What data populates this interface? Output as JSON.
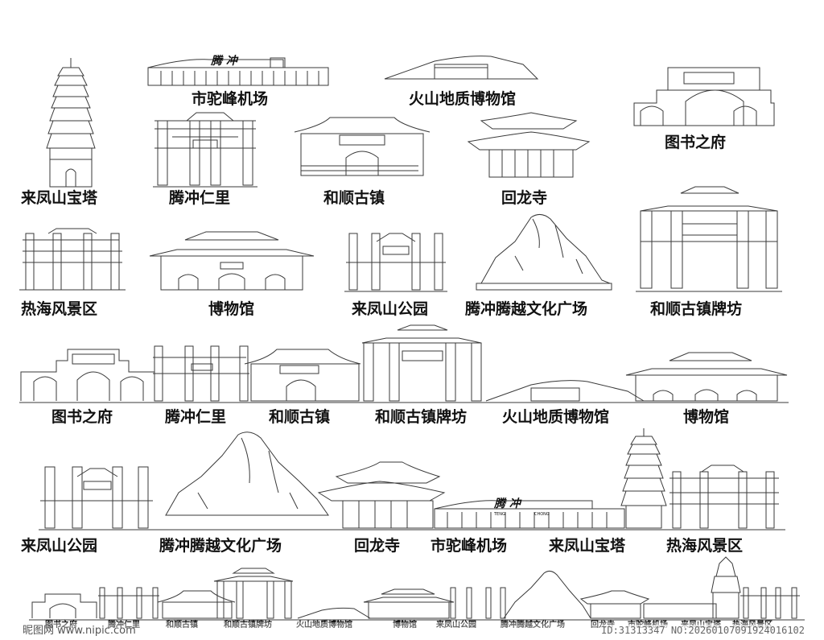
{
  "labels": {
    "row1": {
      "airport": "市驼峰机场",
      "volcano_museum": "火山地质博物馆",
      "library": "图书之府",
      "pagoda": "来凤山宝塔",
      "tengchong_renli": "腾冲仁里",
      "heshun": "和顺古镇",
      "huilong": "回龙寺"
    },
    "row2": {
      "rehai": "热海风景区",
      "museum": "博物馆",
      "laifeng_park": "来凤山公园",
      "culture_square": "腾冲腾越文化广场",
      "heshun_arch": "和顺古镇牌坊"
    },
    "row3": {
      "library": "图书之府",
      "tengchong_renli": "腾冲仁里",
      "heshun": "和顺古镇",
      "heshun_arch": "和顺古镇牌坊",
      "volcano_museum": "火山地质博物馆",
      "museum": "博物馆"
    },
    "row4": {
      "laifeng_park": "来凤山公园",
      "culture_square": "腾冲腾越文化广场",
      "huilong": "回龙寺",
      "airport": "市驼峰机场",
      "pagoda": "来凤山宝塔",
      "rehai": "热海风景区"
    },
    "row5": {
      "library": "图书之府",
      "tengchong_renli": "腾冲仁里",
      "heshun": "和顺古镇",
      "heshun_arch": "和顺古镇牌坊",
      "volcano_museum": "火山地质博物馆",
      "museum": "博物馆",
      "laifeng_park": "来凤山公园",
      "culture_square": "腾冲腾越文化广场",
      "huilong": "回龙寺",
      "airport": "市驼峰机场",
      "pagoda": "来凤山宝塔",
      "rehai": "热海风景区"
    }
  },
  "signs": {
    "airport_name": "腾 冲",
    "airport_pinyin_1": "TENG",
    "airport_pinyin_2": "CHONG"
  },
  "watermark": {
    "site": "昵图网 www.nipic.com",
    "id": "ID:31313347 NO:20260107091924016102"
  },
  "colors": {
    "line": "#3a3a3a",
    "text": "#111111"
  }
}
